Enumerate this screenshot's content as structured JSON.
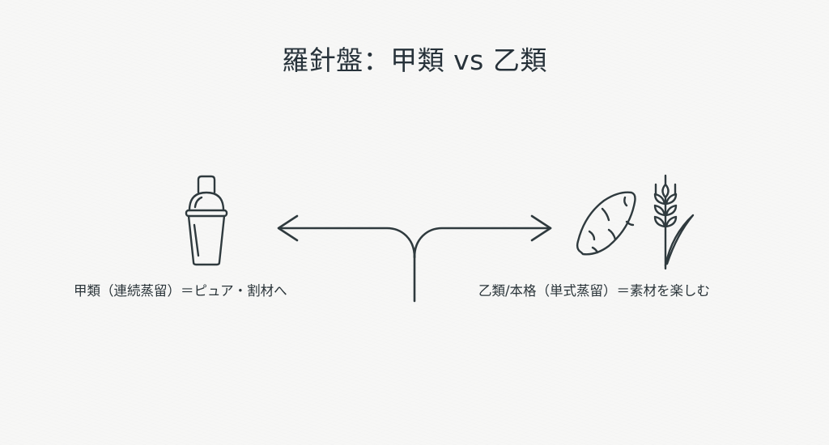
{
  "title": "羅針盤：甲類 vs 乙類",
  "left": {
    "label": "甲類（連続蒸留）＝ピュア・割材へ",
    "icons": [
      "cocktail-shaker-icon"
    ]
  },
  "right": {
    "label": "乙類/本格（単式蒸留）＝素材を楽しむ",
    "icons": [
      "sweet-potato-icon",
      "wheat-icon"
    ]
  },
  "colors": {
    "background": "#f7f7f6",
    "stroke": "#2f3a3e",
    "text": "#27323a"
  }
}
